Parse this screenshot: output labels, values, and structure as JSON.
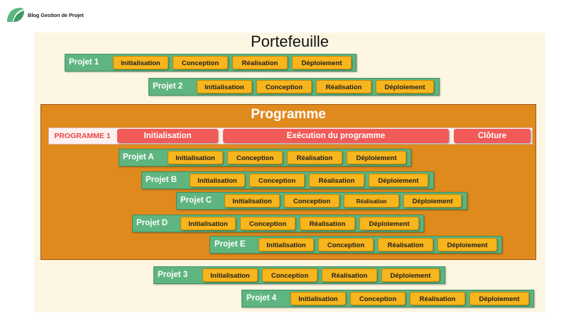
{
  "logo": {
    "text": "Blog Gestion de Projet",
    "icon": "leaf-logo-icon",
    "color": "#5fb580"
  },
  "portfolio": {
    "title": "Portefeuille",
    "background": "#fdf6e3"
  },
  "programme": {
    "title": "Programme",
    "background": "#e08a1e",
    "bar": {
      "name": "PROGRAMME 1",
      "phases": [
        "Initialisation",
        "Exécution du programme",
        "Clôture"
      ],
      "phase_color": "#f05a57"
    }
  },
  "colors": {
    "project_bar": "#5fb580",
    "phase_box": "#f7b51e"
  },
  "projects": [
    {
      "name": "Projet 1",
      "phases": [
        "Initialisation",
        "Conception",
        "Réalisation",
        "Déploiement"
      ]
    },
    {
      "name": "Projet 2",
      "phases": [
        "Initialisation",
        "Conception",
        "Réalisation",
        "Déploiement"
      ]
    },
    {
      "name": "Projet A",
      "phases": [
        "Initialisation",
        "Conception",
        "Réalisation",
        "Déploiement"
      ]
    },
    {
      "name": "Projet B",
      "phases": [
        "Initialisation",
        "Conception",
        "Réalisation",
        "Déploiement"
      ]
    },
    {
      "name": "Projet C",
      "phases": [
        "Initialisation",
        "Conception",
        "Réalisation",
        "Déploiement"
      ]
    },
    {
      "name": "Projet D",
      "phases": [
        "Initialisation",
        "Conception",
        "Réalisation",
        "Déploiement"
      ]
    },
    {
      "name": "Projet E",
      "phases": [
        "Initialisation",
        "Conception",
        "Réalisation",
        "Déploiement"
      ]
    },
    {
      "name": "Projet 3",
      "phases": [
        "Initialisation",
        "Conception",
        "Réalisation",
        "Déploiement"
      ]
    },
    {
      "name": "Projet 4",
      "phases": [
        "Initialisation",
        "Conception",
        "Réalisation",
        "Déploiement"
      ]
    }
  ]
}
